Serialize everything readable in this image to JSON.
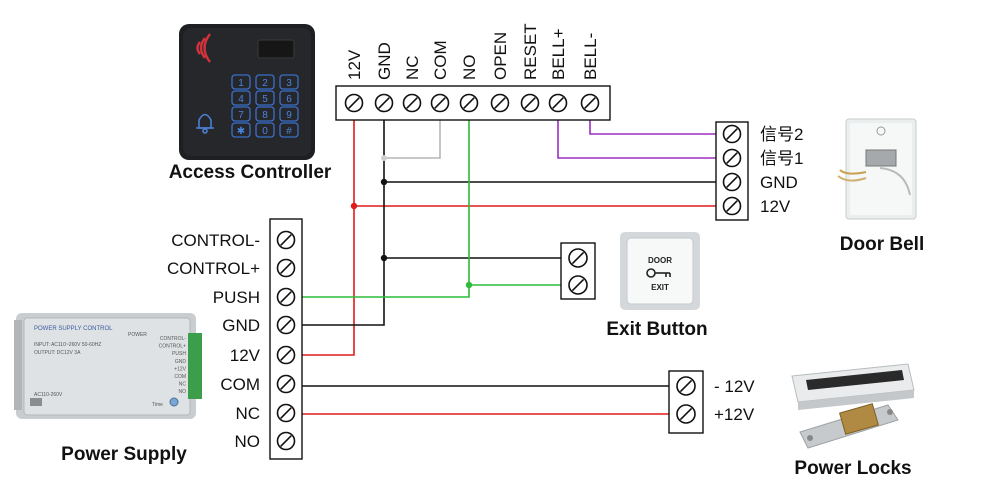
{
  "access_controller": {
    "caption": "Access Controller",
    "terminals": [
      "12V",
      "GND",
      "NC",
      "COM",
      "NO",
      "OPEN",
      "RESET",
      "BELL+",
      "BELL-"
    ],
    "keypad_keys": [
      "1",
      "2",
      "3",
      "4",
      "5",
      "6",
      "7",
      "8",
      "9",
      "✱",
      "0",
      "#"
    ]
  },
  "power_supply": {
    "caption": "Power Supply",
    "terminals": [
      "CONTROL-",
      "CONTROL+",
      "PUSH",
      "GND",
      "12V",
      "COM",
      "NC",
      "NO"
    ],
    "device_title": "POWER SUPPLY CONTROL",
    "device_input": "INPUT: AC110~260V 50-60HZ",
    "device_output": "OUTPUT: DC12V 3A",
    "device_ac": "AC110-260V",
    "device_power": "POWER",
    "device_terminals": [
      "CONTROL-",
      "CONTROL+",
      "PUSH",
      "GND",
      "+12V",
      "COM",
      "NC",
      "NO"
    ],
    "device_time": "Time"
  },
  "door_bell": {
    "caption": "Door Bell",
    "terminals": [
      "信号2",
      "信号1",
      "GND",
      "12V"
    ]
  },
  "exit_button": {
    "caption": "Exit Button",
    "plate_top": "DOOR",
    "plate_bottom": "EXIT"
  },
  "power_locks": {
    "caption": "Power Locks",
    "terminals": [
      "- 12V",
      "+12V"
    ]
  },
  "colors": {
    "red": "#e01b1b",
    "black": "#111111",
    "green": "#2dbb3a",
    "gray": "#b5b5b5",
    "purple": "#9b2fc4"
  }
}
